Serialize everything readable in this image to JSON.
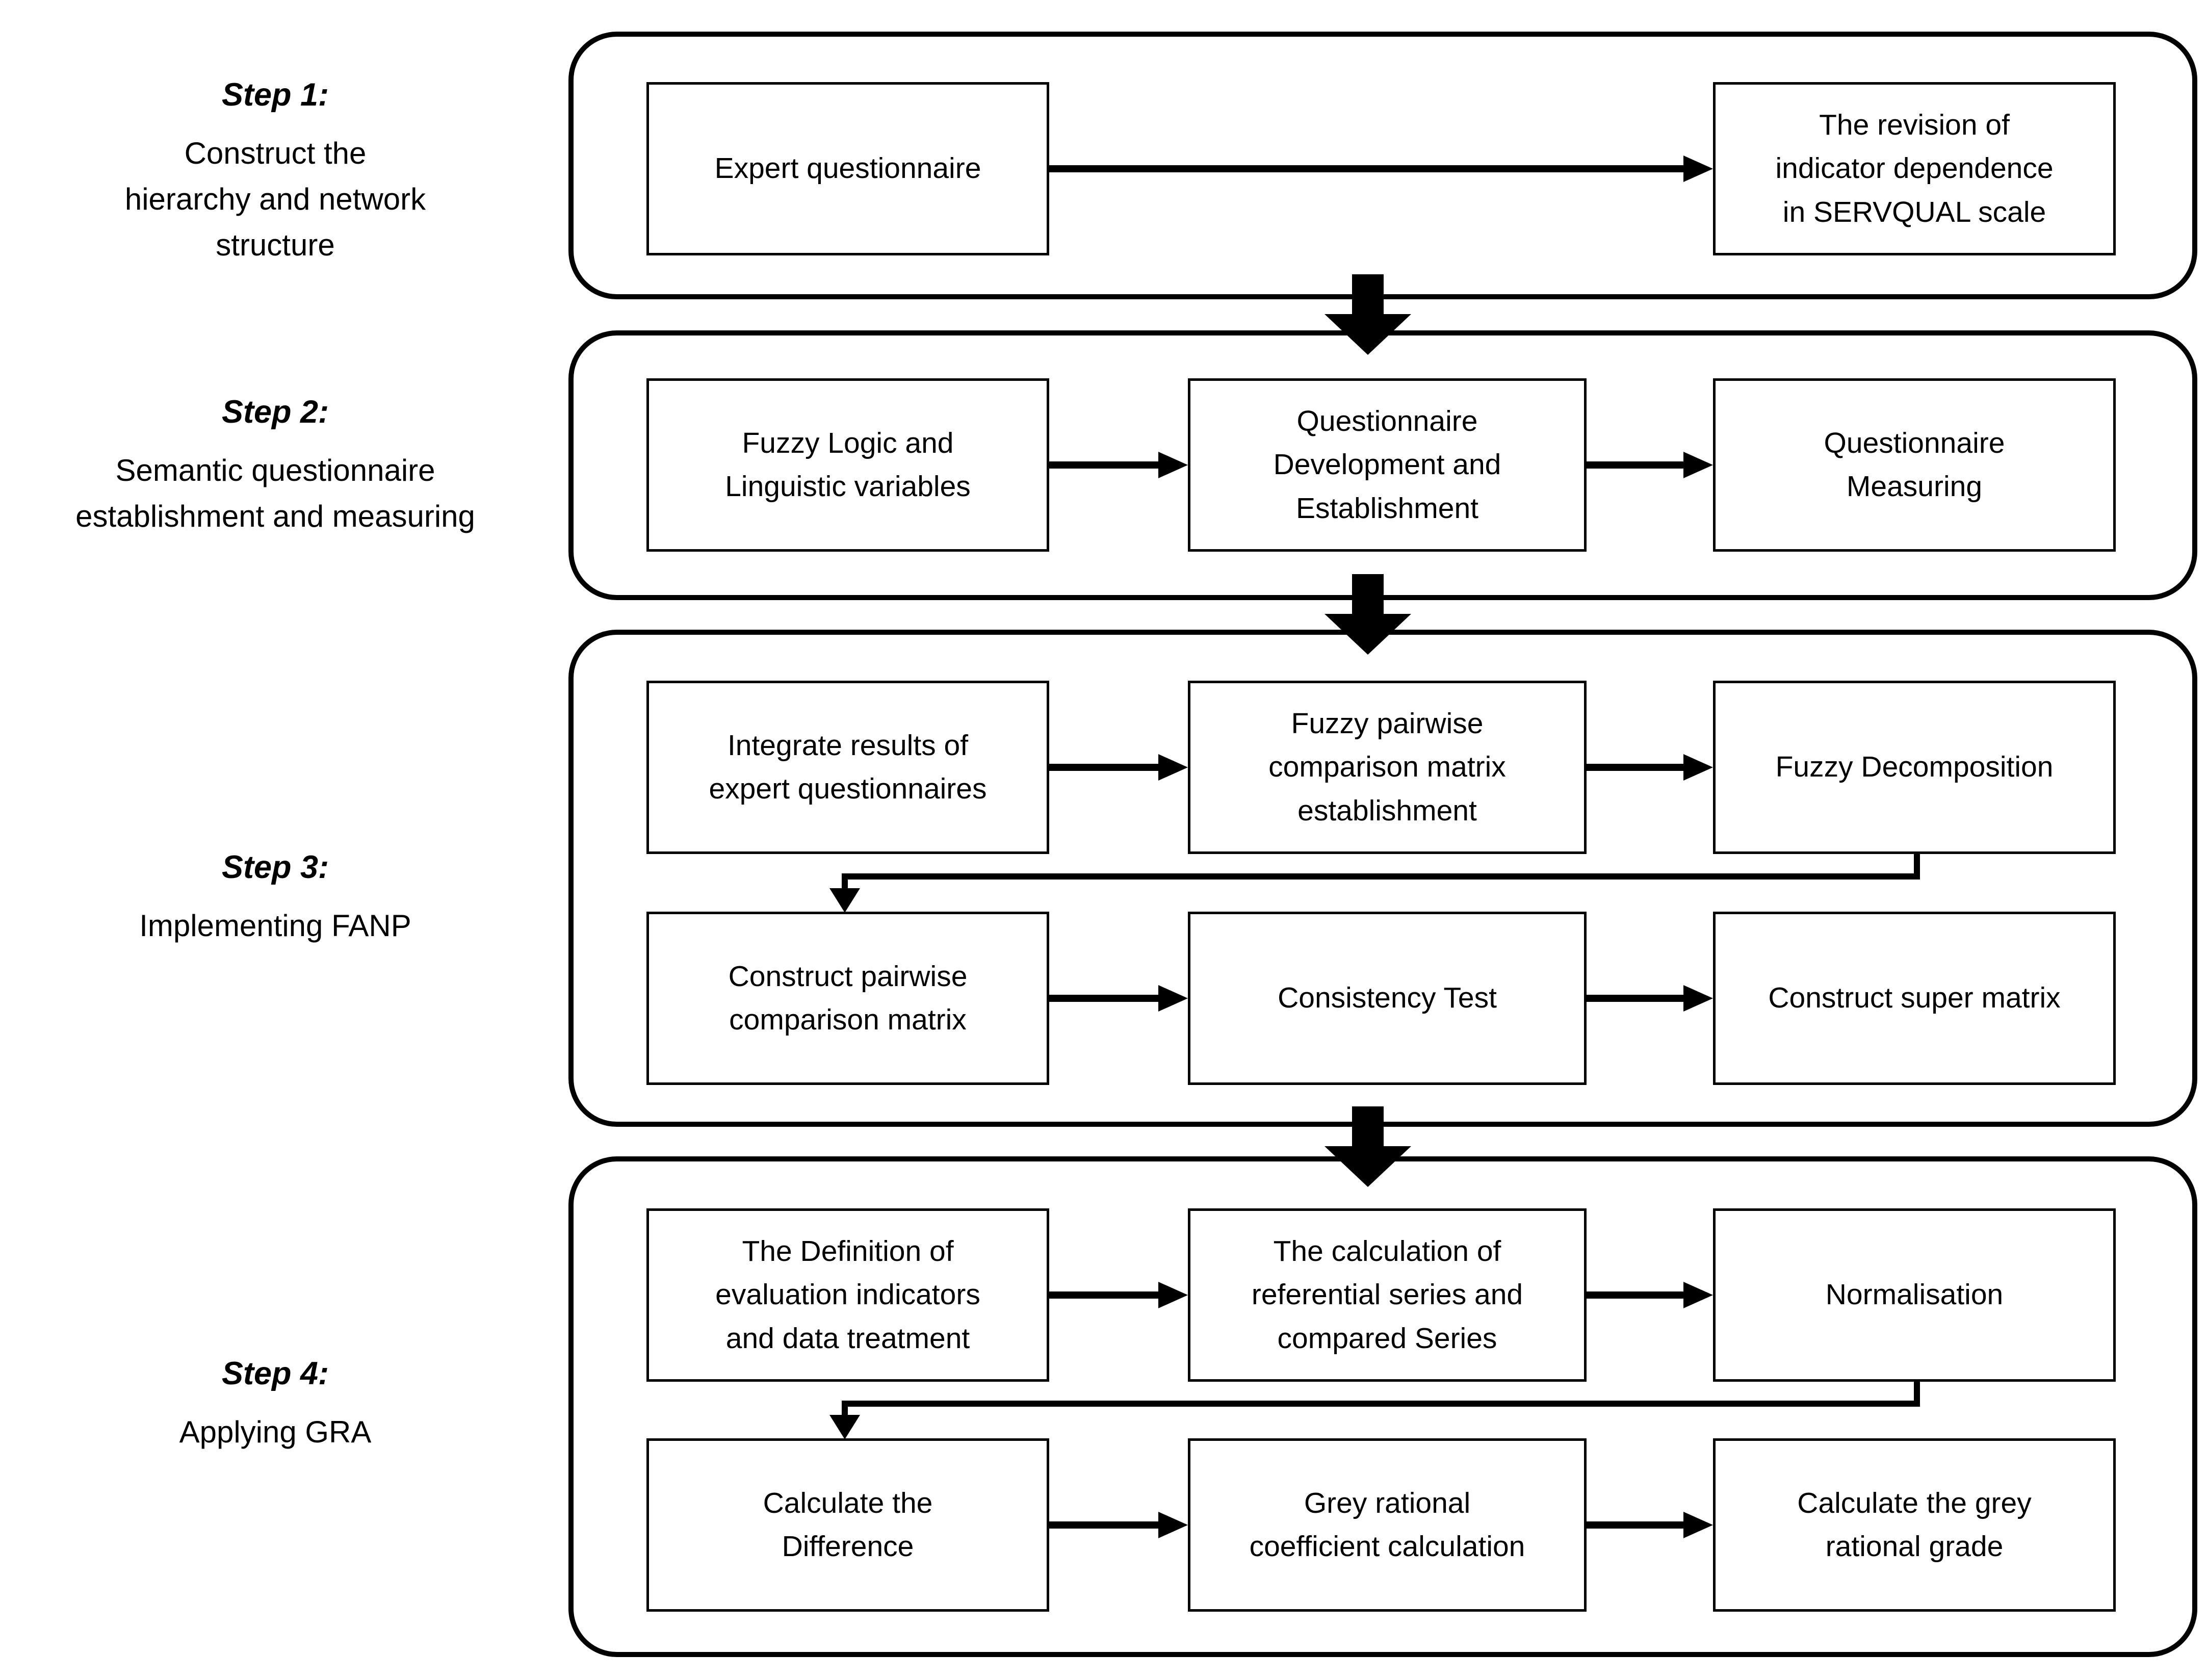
{
  "figure_colors": {
    "background": "#ffffff",
    "stroke": "#000000",
    "text": "#000000"
  },
  "steps": [
    {
      "title": "Step 1:",
      "subtitle": "Construct the\nhierarchy and network\nstructure",
      "rows": [
        [
          "Expert questionnaire",
          "The revision of\nindicator dependence\nin SERVQUAL scale"
        ]
      ]
    },
    {
      "title": "Step 2:",
      "subtitle": "Semantic questionnaire\nestablishment and measuring",
      "rows": [
        [
          "Fuzzy Logic and\nLinguistic variables",
          "Questionnaire\nDevelopment and\nEstablishment",
          "Questionnaire\nMeasuring"
        ]
      ]
    },
    {
      "title": "Step 3:",
      "subtitle": "Implementing FANP",
      "rows": [
        [
          "Integrate results of\nexpert questionnaires",
          "Fuzzy pairwise\ncomparison matrix\nestablishment",
          "Fuzzy Decomposition"
        ],
        [
          "Construct pairwise\ncomparison matrix",
          "Consistency Test",
          "Construct super matrix"
        ]
      ]
    },
    {
      "title": "Step 4:",
      "subtitle": "Applying GRA",
      "rows": [
        [
          "The Definition of\nevaluation indicators\nand data treatment",
          "The calculation of\nreferential series and\ncompared Series",
          "Normalisation"
        ],
        [
          "Calculate the\nDifference",
          "Grey rational\ncoefficient calculation",
          "Calculate the grey\nrational grade"
        ]
      ]
    }
  ]
}
